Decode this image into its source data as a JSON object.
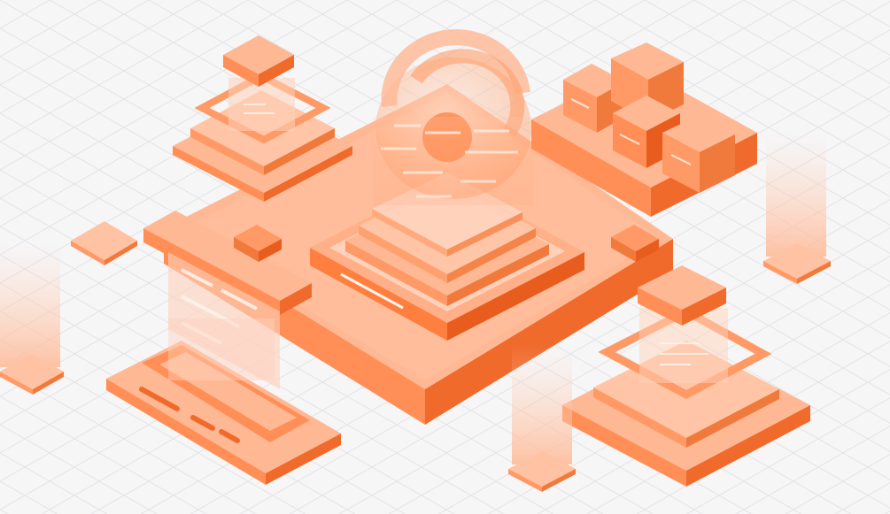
{
  "illustration": {
    "kind": "isometric-platform-illustration",
    "palette": {
      "background": "#f6f6f7",
      "grid": "#e6e6ea",
      "top": "#ffb894",
      "left": "#ff8f57",
      "right": "#f06a2c",
      "light": "#ffd1ba",
      "pale": "#fde4d6"
    },
    "elements": [
      "central-platform",
      "central-layered-stack",
      "hologram-sphere",
      "server-stack-top-left",
      "cube-cluster-top-right",
      "server-stack-bottom-right",
      "dashboard-panel-left",
      "dashboard-tray-bottom-left",
      "light-beam-left",
      "light-beam-right",
      "light-beam-bottom",
      "small-tile-left",
      "small-cube-left",
      "small-cube-right"
    ]
  }
}
